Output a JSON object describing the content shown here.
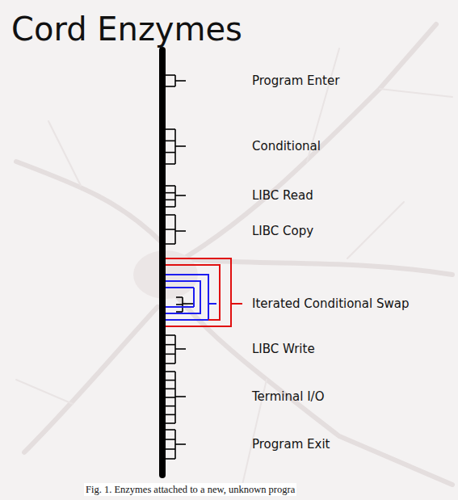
{
  "diagram": {
    "title": "Cord Enzymes",
    "caption": "Fig. 1. Enzymes attached to a new, unknown progra",
    "labels": [
      "Program Enter",
      "Conditional",
      "LIBC Read",
      "LIBC Copy",
      "Iterated Conditional Swap",
      "LIBC Write",
      "Terminal I/O",
      "Program Exit"
    ]
  }
}
